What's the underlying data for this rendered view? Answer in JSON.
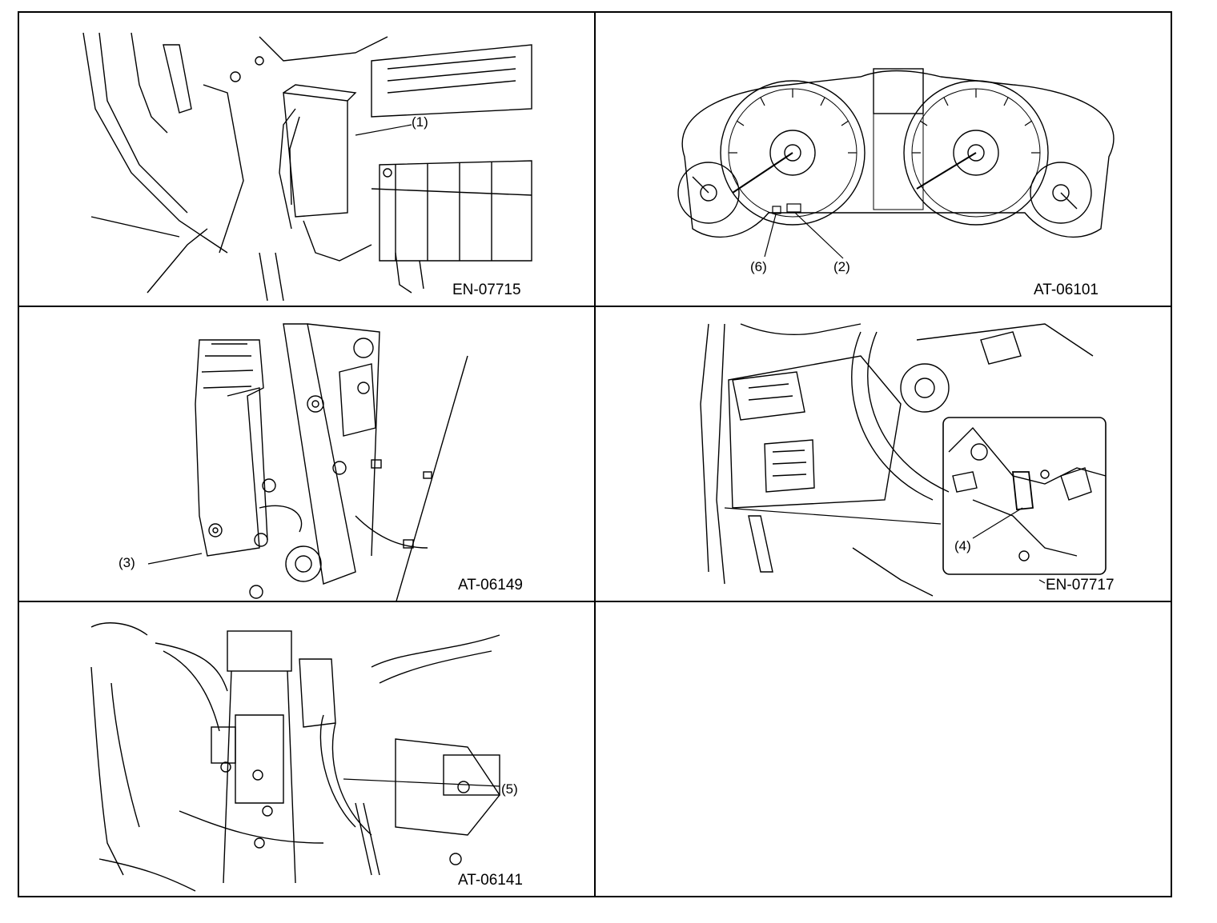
{
  "panels": [
    {
      "code": "EN-07715",
      "callouts": [
        "(1)"
      ]
    },
    {
      "code": "AT-06101",
      "callouts": [
        "(6)",
        "(2)"
      ]
    },
    {
      "code": "AT-06149",
      "callouts": [
        "(3)"
      ]
    },
    {
      "code": "EN-07717",
      "callouts": [
        "(4)"
      ]
    },
    {
      "code": "AT-06141",
      "callouts": [
        "(5)"
      ]
    }
  ],
  "colors": {
    "line": "#000000",
    "background": "#ffffff"
  }
}
